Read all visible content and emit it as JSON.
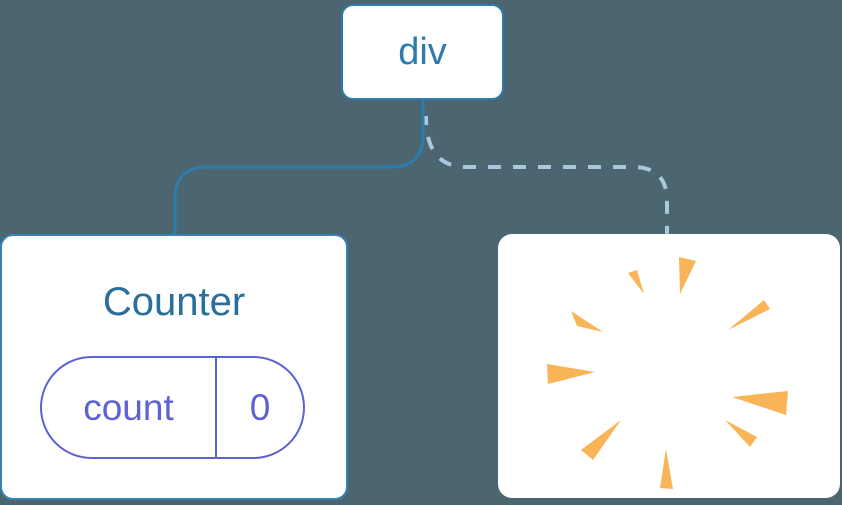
{
  "diagram": {
    "background_color": "#4B6670",
    "root_node": {
      "label": "div",
      "fill": "#FFFFFF",
      "border_color": "#2E7CAE",
      "text_color": "#2F7BAB"
    },
    "edges": {
      "solid_edge": {
        "type": "solid",
        "color": "#2E7CAE",
        "connects": "div to Counter"
      },
      "dashed_edge": {
        "type": "dashed",
        "color": "#A9C7DE",
        "connects": "div to removed node"
      }
    },
    "counter_node": {
      "title": "Counter",
      "title_color": "#2A6E9C",
      "fill": "#FFFFFF",
      "border_color": "#3583B4",
      "state_pill": {
        "key": "count",
        "value": "0",
        "accent_color": "#5C61D5"
      }
    },
    "poof_node": {
      "icon": "poof-starburst",
      "fill": "#FFFFFF",
      "burst_color": "#F9B457",
      "wedge_count": 9
    }
  }
}
